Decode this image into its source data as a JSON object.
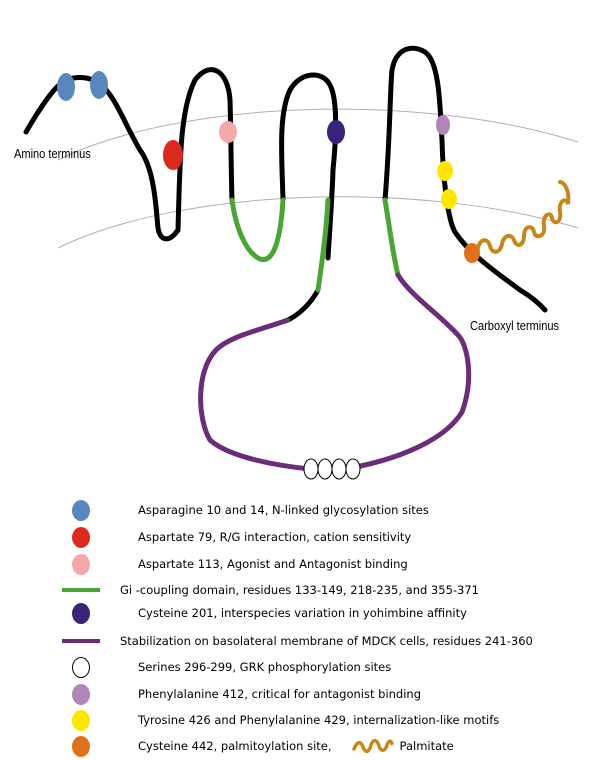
{
  "labels": {
    "amino": "Amino terminus",
    "carboxyl": "Carboxyl terminus"
  },
  "colors": {
    "backbone": "#000000",
    "glycosylation": "#5a86c0",
    "aspartate79": "#dd2a1e",
    "aspartate113": "#f4a9a9",
    "gi_coupling": "#4aa436",
    "cysteine201": "#3b2379",
    "basolateral": "#6b2c78",
    "serine": "#ffffff",
    "phenylalanine412": "#b185ba",
    "tyrosine_phe": "#ffe600",
    "cysteine442": "#e0711b",
    "palmitate": "#c8861a",
    "membrane": "#b0b0b0"
  },
  "legend": [
    {
      "symbol": "oval",
      "color": "#5a86c0",
      "text": "Asparagine 10 and 14, N-linked  glycosylation sites"
    },
    {
      "symbol": "oval",
      "color": "#dd2a1e",
      "text": "Aspartate 79, R/G interaction, cation sensitivity"
    },
    {
      "symbol": "oval",
      "color": "#f4a9a9",
      "text": "Aspartate 113, Agonist and Antagonist binding"
    },
    {
      "symbol": "bar",
      "color": "#4aa436",
      "text": "Gi -coupling domain, residues 133-149, 218-235, and 355-371"
    },
    {
      "symbol": "oval",
      "color": "#3b2379",
      "text": "Cysteine 201, interspecies variation in yohimbine affinity"
    },
    {
      "symbol": "bar",
      "color": "#6b2c78",
      "text": "Stabilization on basolateral membrane of MDCK cells, residues 241-360"
    },
    {
      "symbol": "oval",
      "color": "#ffffff",
      "text": "Serines 296-299, GRK phosphorylation sites"
    },
    {
      "symbol": "oval",
      "color": "#b185ba",
      "text": "Phenylalanine 412, critical for antagonist binding"
    },
    {
      "symbol": "oval",
      "color": "#ffe600",
      "text": "Tyrosine 426 and Phenylalanine 429, internalization-like motifs"
    },
    {
      "symbol": "oval",
      "color": "#e0711b",
      "text": "Cysteine 442, palmitoylation site,",
      "extra": "Palmitate"
    }
  ]
}
